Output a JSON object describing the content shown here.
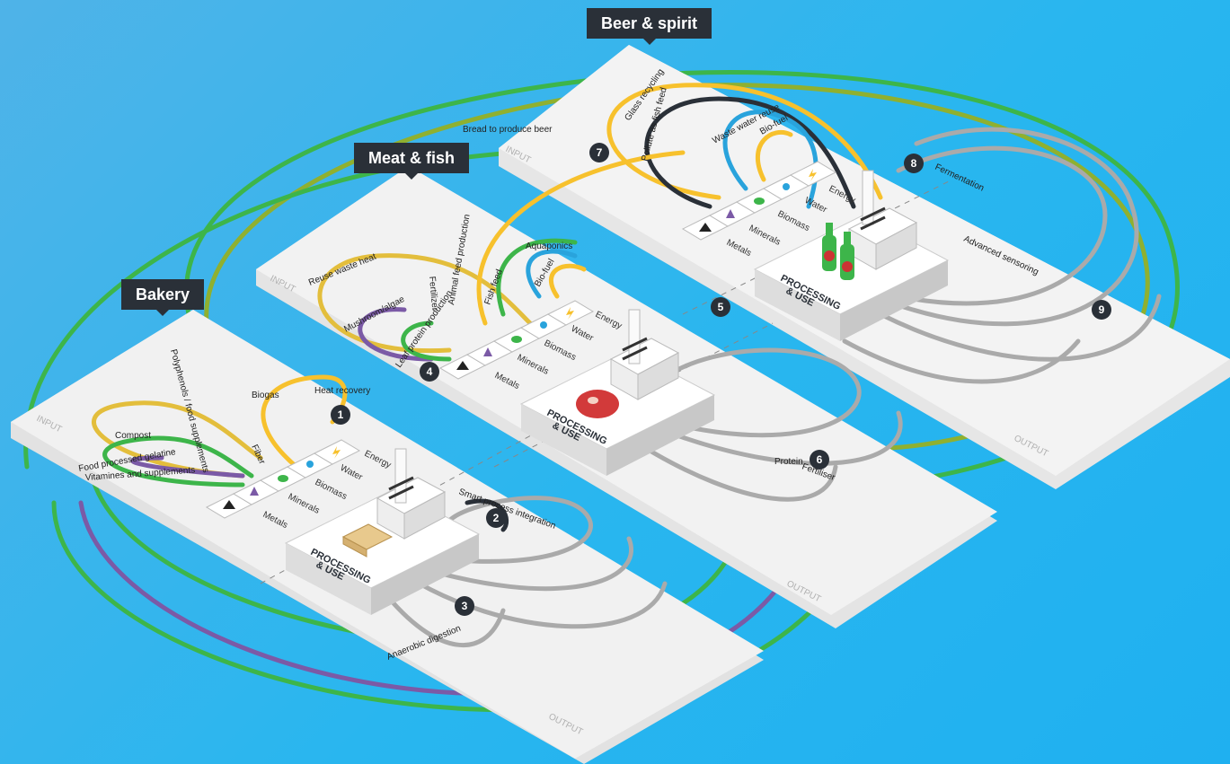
{
  "sections": {
    "beer": {
      "title": "Beer & spirit"
    },
    "meat": {
      "title": "Meat & fish"
    },
    "bakery": {
      "title": "Bakery"
    }
  },
  "common": {
    "input": "INPUT",
    "output": "OUTPUT",
    "processing": "PROCESSING",
    "use": "& USE",
    "rows": [
      "Energy",
      "Water",
      "Biomass",
      "Minerals",
      "Metals"
    ]
  },
  "flows": {
    "bakery": {
      "biogas": "Biogas",
      "heat_recovery": "Heat recovery",
      "compost": "Compost",
      "gelatine": "Food processed gelatine",
      "vitamins": "Vitamines and supplements",
      "polyphenols": "Polyphenols / food supplements",
      "fiber": "Fiber",
      "smart": "Smart process integration",
      "anaerobic": "Anaerobic digestion"
    },
    "meat": {
      "reuse_heat": "Reuse waste heat",
      "fertilizer": "Fertilizer",
      "animal_feed": "Animal feed production",
      "fish_feed": "Fish feed",
      "bio_fuel": "Bio-fuel",
      "aquaponics": "Aquaponics",
      "mushroom": "Mushroom/algae",
      "leaf_protein": "Leaf protein production",
      "protein": "Protein",
      "fertiliser": "Fertiliser"
    },
    "beer": {
      "bread_beer": "Bread to produce beer",
      "glass": "Glass recycling",
      "fish_food": "Pollute as fish feed",
      "waste_water": "Waste water reuse",
      "bio_fuel": "Bio-fuel",
      "fermentation": "Fermentation",
      "sensoring": "Advanced sensoring"
    }
  },
  "markers": [
    "1",
    "2",
    "3",
    "4",
    "5",
    "6",
    "7",
    "8",
    "9"
  ],
  "icons": [
    "triangle-icon",
    "flask-icon",
    "leaf-icon",
    "water-drop-icon",
    "lightning-icon",
    "factory-icon",
    "bread-icon",
    "steak-icon",
    "beer-bottle-icon"
  ],
  "colors": {
    "green": "#3db54a",
    "yellow": "#f7c12d",
    "purple": "#7b5aa6",
    "blue": "#29a3dc",
    "gray": "#a9a9a9",
    "dark": "#2a3038",
    "olive": "#8fb030"
  }
}
